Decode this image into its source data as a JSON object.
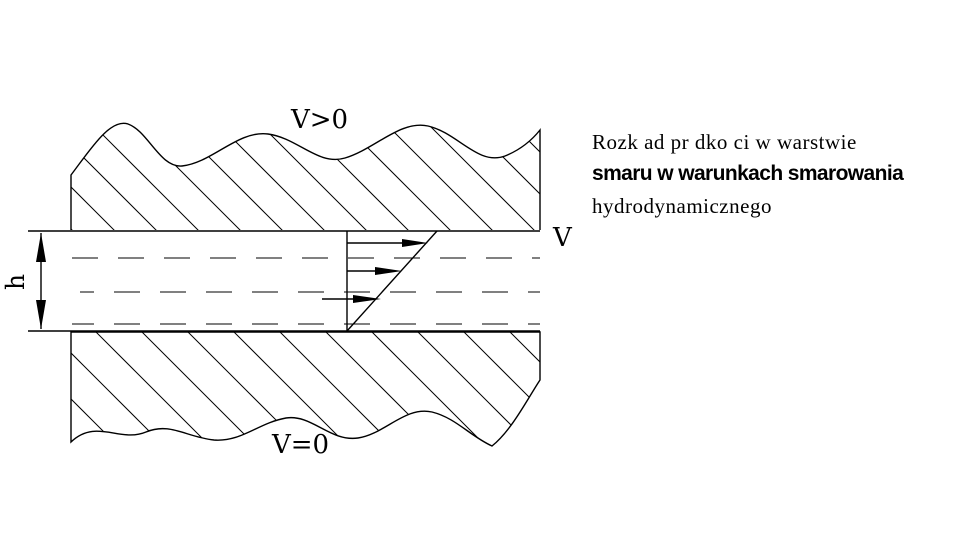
{
  "labels": {
    "upper_surface": "V>0",
    "lower_surface": "V=0",
    "velocity": "V",
    "thickness": "h"
  },
  "caption": {
    "line1": "Rozk ad pr  dko  ci w warstwie",
    "line2": "smaru w warunkach smarowania",
    "line3": "hydrodynamicznego"
  },
  "colors": {
    "stroke": "#000000",
    "background": "#ffffff"
  }
}
